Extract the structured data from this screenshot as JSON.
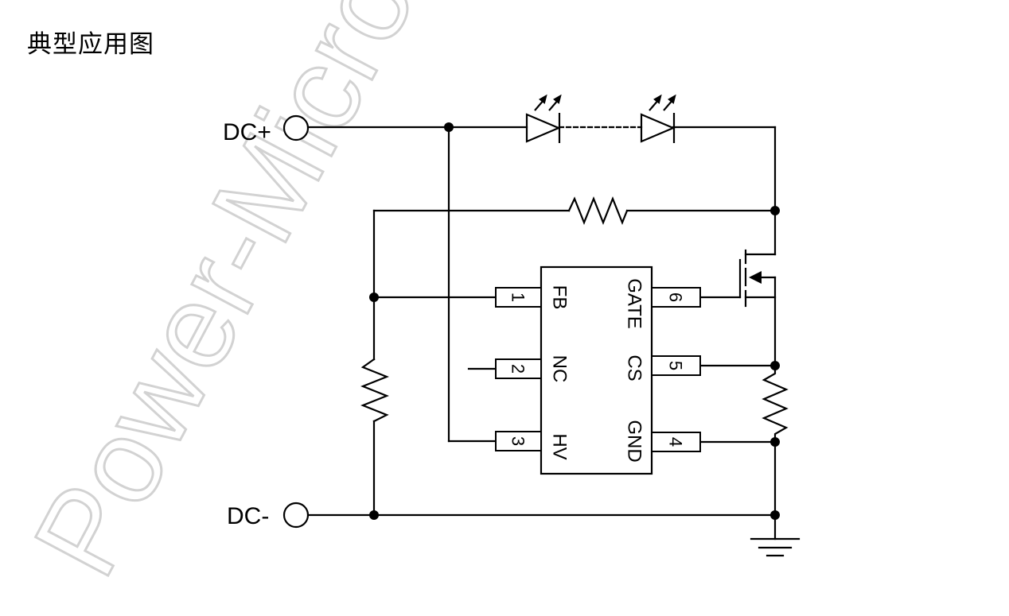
{
  "title": "典型应用图",
  "watermark": "Power-Micro Co",
  "terminals": {
    "positive": "DC+",
    "negative": "DC-"
  },
  "ic": {
    "pins": [
      {
        "num": "1",
        "name": "FB"
      },
      {
        "num": "2",
        "name": "NC"
      },
      {
        "num": "3",
        "name": "HV"
      },
      {
        "num": "4",
        "name": "GND"
      },
      {
        "num": "5",
        "name": "CS"
      },
      {
        "num": "6",
        "name": "GATE"
      }
    ]
  }
}
